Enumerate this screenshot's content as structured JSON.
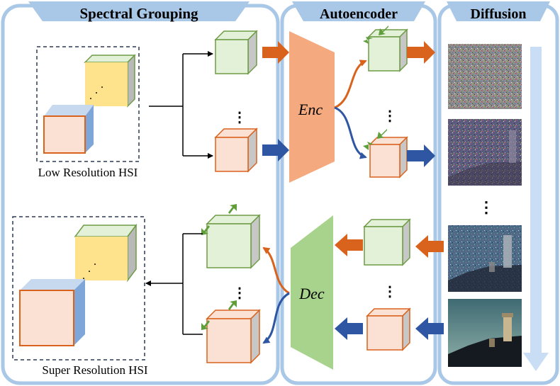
{
  "panels": {
    "spectral": {
      "title": "Spectral Grouping"
    },
    "autoencoder": {
      "title": "Autoencoder"
    },
    "diffusion": {
      "title": "Diffusion"
    }
  },
  "labels": {
    "low_res": "Low Resolution HSI",
    "super_res": "Super Resolution HSI",
    "enc": "Enc",
    "dec": "Dec"
  },
  "colors": {
    "panel_border": "#a9c7e6",
    "title_tab": "#a9c7e6",
    "enc_fill": "#f4a97f",
    "dec_fill": "#a8d38c",
    "orange_arrow": "#d9621d",
    "blue_arrow": "#2f56a3",
    "green_cube_face": "#e3f1d9",
    "green_cube_edge": "#6e9c45",
    "pink_cube_face": "#fbe1d3",
    "pink_cube_edge": "#d9621d",
    "yellow_cube_face": "#ffe38c",
    "blue_cube_side": "#7ea6d8",
    "diffusion_arrow": "#c9def4"
  }
}
